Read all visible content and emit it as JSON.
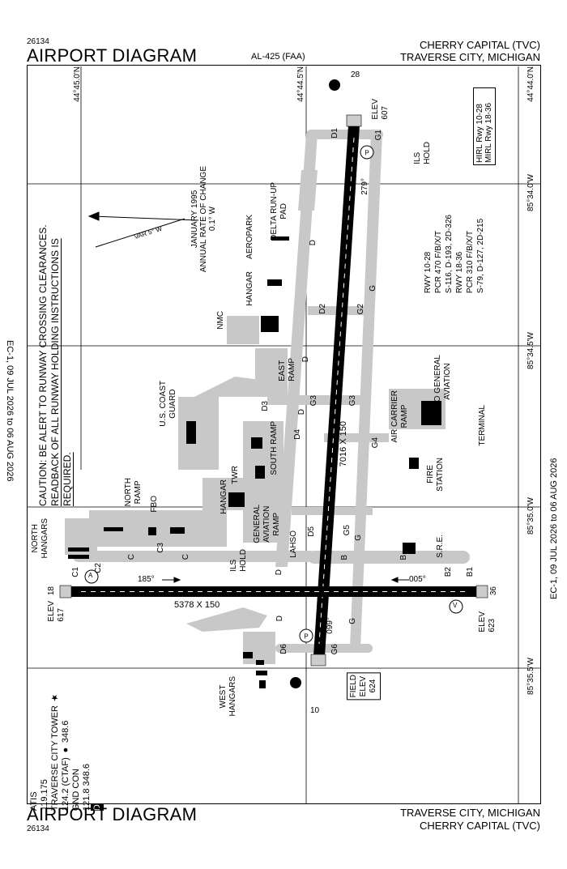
{
  "header": {
    "chart_number_top": "26134",
    "title_top": "AIRPORT DIAGRAM",
    "procedure_id": "AL-425 (FAA)",
    "airport_name_top": "CHERRY CAPITAL (TVC)",
    "city_top": "TRAVERSE CITY, MICHIGAN"
  },
  "footer": {
    "title_bottom": "AIRPORT DIAGRAM",
    "chart_number_bottom": "26134",
    "city_bottom": "TRAVERSE CITY, MICHIGAN",
    "airport_name_bottom": "CHERRY CAPITAL (TVC)"
  },
  "cycle": {
    "left": "EC-1, 09 JUL 2026 to 06 AUG 2026",
    "right": "EC-1, 09 JUL 2026 to 06 AUG 2026"
  },
  "caution": {
    "line1": "CAUTION: BE ALERT TO RUNWAY CROSSING CLEARANCES.",
    "line2": "READBACK OF ALL RUNWAY HOLDING INSTRUCTIONS IS REQUIRED."
  },
  "coords": {
    "lat_4445_0": "44°45.0'N",
    "lat_4444_5": "44°44.5'N",
    "lat_4444_0": "44°44.0'N",
    "lon_8534_0": "85°34.0'W",
    "lon_8534_5": "85°34.5'W",
    "lon_8535_0": "85°35.0'W",
    "lon_8535_5": "85°35.5'W"
  },
  "magvar": {
    "date": "JANUARY 1995",
    "rate": "ANNUAL RATE OF CHANGE",
    "rate_value": "0.1° W",
    "var": "VAR 5° W"
  },
  "lighting": {
    "hirl": "HIRL Rwy 10-28",
    "mirl": "MIRL Rwy 18-36"
  },
  "runway_data": {
    "rwy1028": "RWY 10-28",
    "rwy1028_pcr": "PCR 470 F/B/X/T",
    "rwy1028_wt": "S-116, D-193, 2D-326",
    "rwy1836": "RWY 18-36",
    "rwy1836_pcr": "PCR 310 F/B/X/T",
    "rwy1836_wt": "S-79, D-127, 2D-215"
  },
  "runways": {
    "dim_long": "7016 X 150",
    "dim_short": "5378 X 150",
    "num_28": "28",
    "num_10": "10",
    "num_18": "18",
    "num_36": "36",
    "hdg_279": "279°",
    "hdg_099": "099°",
    "hdg_185": "185°",
    "hdg_005": "005°"
  },
  "elevations": {
    "elev_607_a": "ELEV",
    "elev_607_b": "607",
    "elev_617_a": "ELEV",
    "elev_617_b": "617",
    "elev_623_a": "ELEV",
    "elev_623_b": "623",
    "field_a": "FIELD",
    "field_b": "ELEV",
    "field_c": "624"
  },
  "labels": {
    "ils_hold_ne": "ILS",
    "ils_hold_ne2": "HOLD",
    "ils_hold_w": "ILS",
    "ils_hold_w2": "HOLD",
    "delta_runup": "DELTA RUN-UP",
    "pad": "PAD",
    "aeropark": "AEROPARK",
    "hangar_n": "HANGAR",
    "nmc": "NMC",
    "east_ramp1": "EAST",
    "east_ramp2": "RAMP",
    "uscg1": "U.S. COAST",
    "uscg2": "GUARD",
    "south_ramp": "SOUTH RAMP",
    "twr": "TWR",
    "hangar_s": "HANGAR",
    "north_ramp1": "NORTH",
    "north_ramp2": "RAMP",
    "fbo": "FBO",
    "north_hangars1": "NORTH",
    "north_hangars2": "HANGARS",
    "ga_ramp1": "GENERAL",
    "ga_ramp2": "AVIATION",
    "ga_ramp3": "RAMP",
    "lahso": "LAHSO",
    "air_carrier1": "AIR CARRIER",
    "air_carrier2": "RAMP",
    "no_ga1": "NO GENERAL",
    "no_ga2": "AVIATION",
    "terminal": "TERMINAL",
    "fire1": "FIRE",
    "fire2": "STATION",
    "sre": "S.R.E.",
    "west_hangars1": "WEST",
    "west_hangars2": "HANGARS"
  },
  "taxiways": {
    "d1": "D1",
    "g1": "G1",
    "d": "D",
    "g": "G",
    "d2": "D2",
    "g2": "G2",
    "d3": "D3",
    "g3": "G3",
    "g4": "G4",
    "d4": "D4",
    "d5": "D5",
    "g5": "G5",
    "b": "B",
    "b1": "B1",
    "b2": "B2",
    "c": "C",
    "c1": "C1",
    "c2": "C2",
    "c3": "C3",
    "d6": "D6",
    "g6": "G6",
    "v": "V",
    "a": "A"
  },
  "comms": {
    "atis": "ATIS",
    "atis_freq": "119.175",
    "tower": "TRAVERSE CITY TOWER",
    "tower_freq": "124.2 (CTAF)",
    "tower_freq2": "348.6",
    "gnd": "GND CON",
    "gnd_freq": "121.8  348.6",
    "d_badge": "D"
  },
  "colors": {
    "taxiway": "#c8c8c8",
    "runway": "#000000",
    "building": "#000000"
  }
}
